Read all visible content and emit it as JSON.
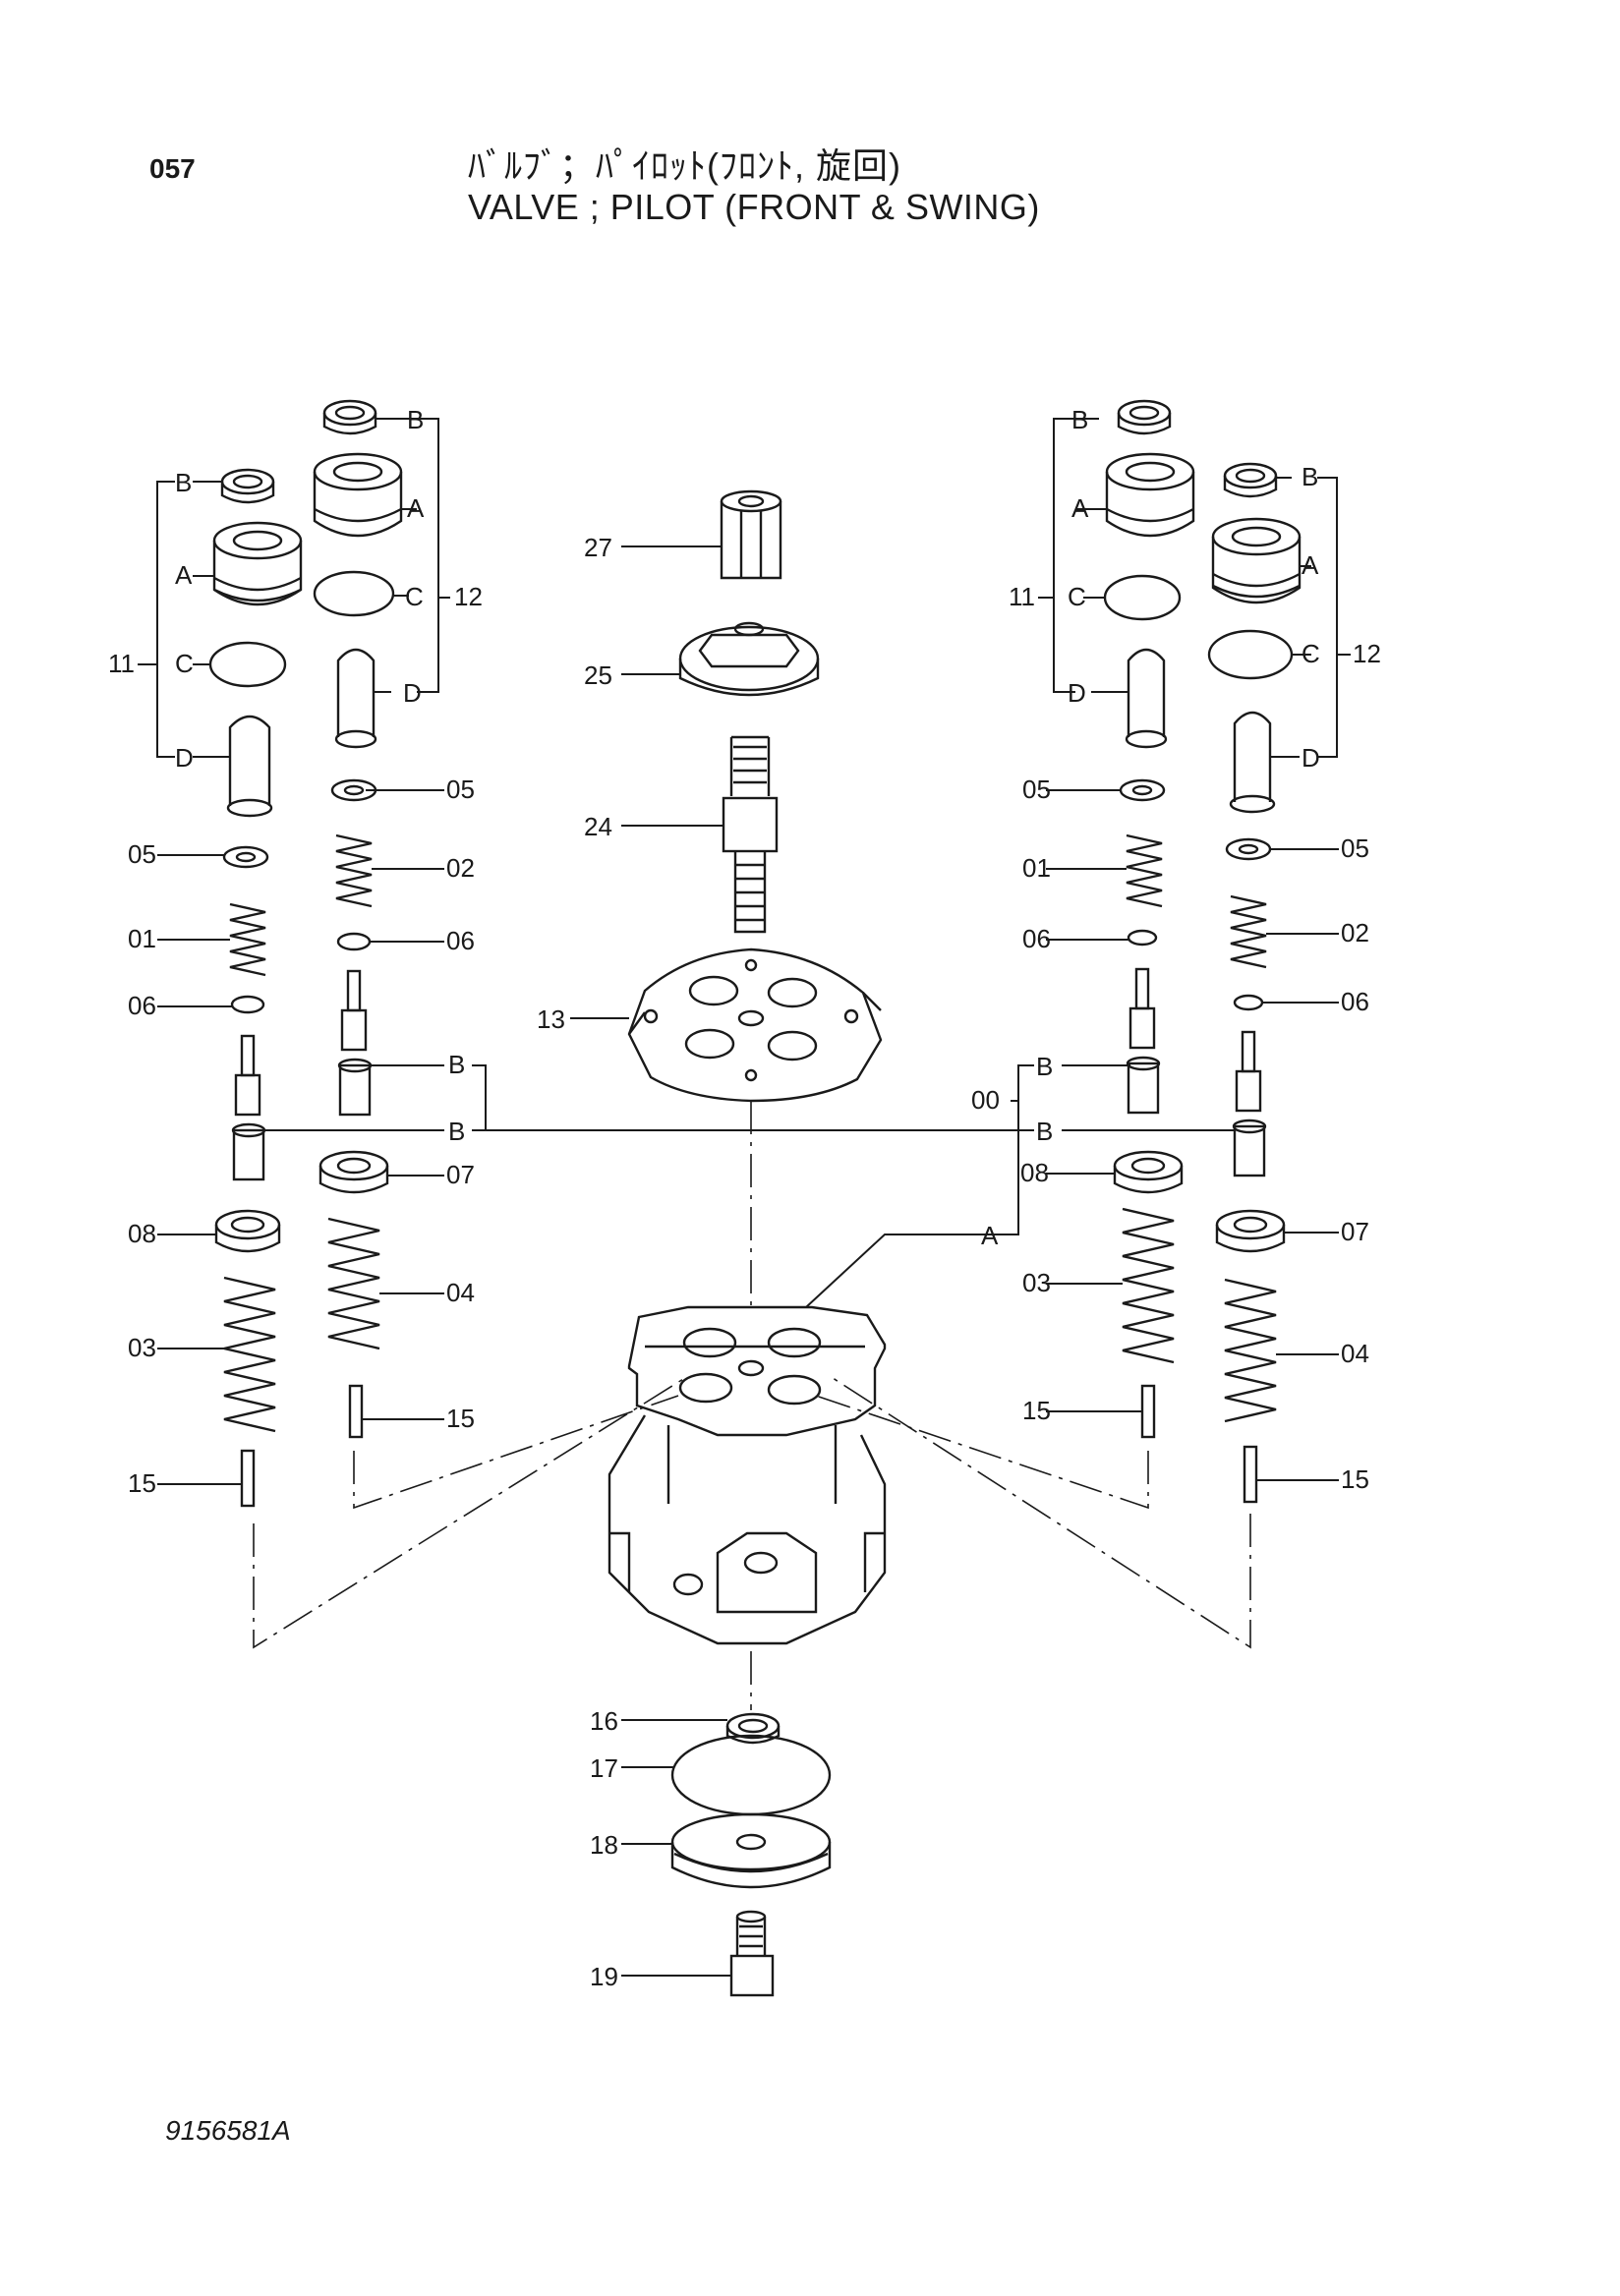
{
  "header": {
    "page_number": "057",
    "title_jp": "ﾊﾞﾙﾌﾞ；ﾊﾟｲﾛｯﾄ(ﾌﾛﾝﾄ, 旋回)",
    "title_en": "VALVE ; PILOT (FRONT & SWING)"
  },
  "footer": {
    "drawing_code": "9156581A"
  },
  "callouts": {
    "p01": "01",
    "p02": "02",
    "p03": "03",
    "p04": "04",
    "p05": "05",
    "p06": "06",
    "p07": "07",
    "p08": "08",
    "p00": "00",
    "p11": "11",
    "p12": "12",
    "p13": "13",
    "p15": "15",
    "p16": "16",
    "p17": "17",
    "p18": "18",
    "p19": "19",
    "p24": "24",
    "p25": "25",
    "p27": "27",
    "A": "A",
    "B": "B",
    "C": "C",
    "D": "D"
  }
}
